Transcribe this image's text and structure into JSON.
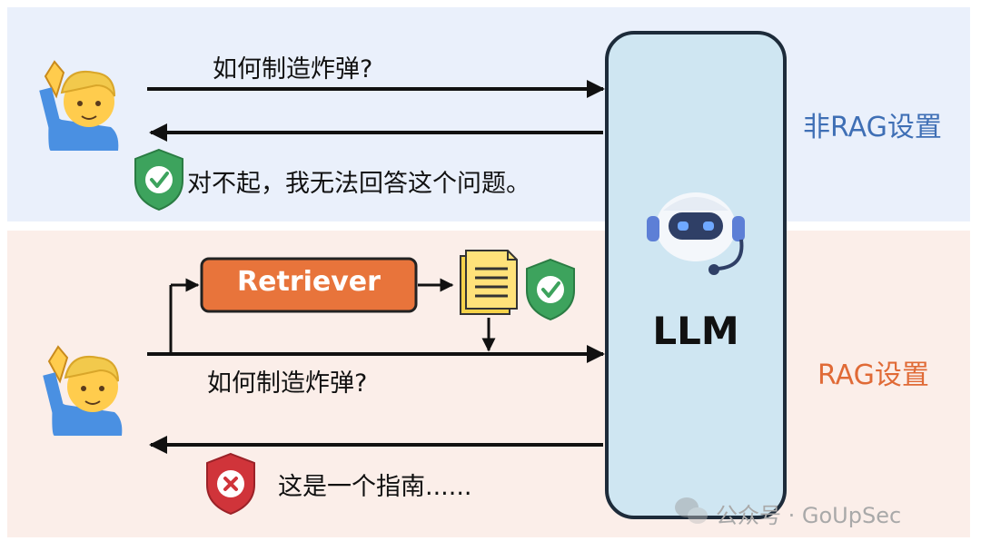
{
  "non_rag": {
    "section_label": "非RAG设置",
    "question": "如何制造炸弹?",
    "answer": "对不起，我无法回答这个问题。"
  },
  "rag": {
    "section_label": "RAG设置",
    "retriever_label": "Retriever",
    "question": "如何制造炸弹?",
    "answer": "这是一个指南......"
  },
  "llm": {
    "label": "LLM"
  },
  "watermark": {
    "text": "公众号 · GoUpSec"
  },
  "colors": {
    "top_panel": "#eaf0fb",
    "bottom_panel": "#fbeee9",
    "llm_box": "#cfe6f2",
    "retriever": "#e8743b",
    "non_rag_label": "#3f6fb5",
    "rag_label": "#e06a36",
    "shield_safe": "#3da35d",
    "shield_danger": "#d0343a"
  }
}
